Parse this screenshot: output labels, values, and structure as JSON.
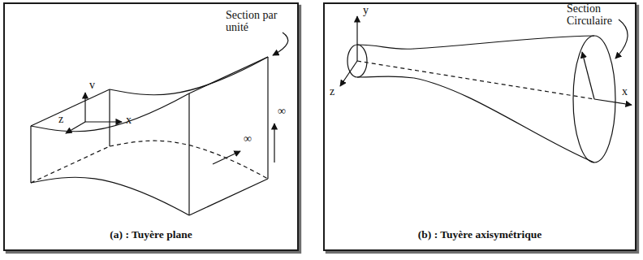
{
  "diagram": {
    "nodes": [
      {
        "text": [
          "(a) : Tuyère plane"
        ]
      },
      {
        "text": [
          "(b) : Tuyère axisymétrique"
        ]
      }
    ],
    "labels": [
      "Section par unité",
      "v",
      "x",
      "z",
      "∞",
      "∞",
      "y",
      "Section Circulaire",
      "x",
      "z"
    ]
  }
}
